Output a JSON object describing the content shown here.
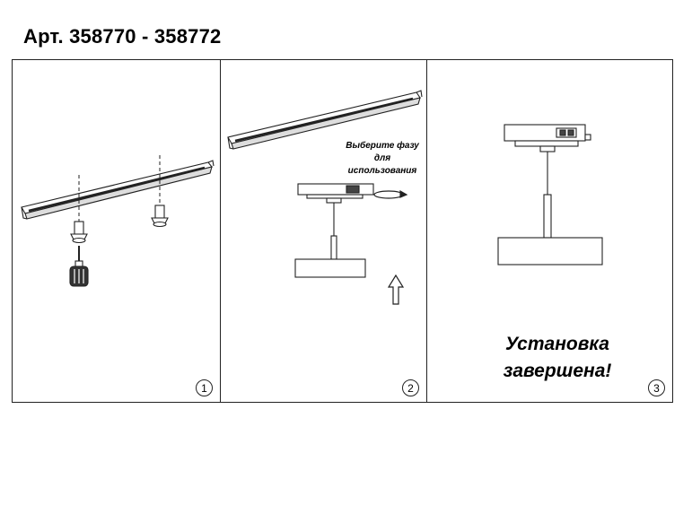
{
  "header": {
    "title": "Арт. 358770 - 358772"
  },
  "steps": [
    {
      "number": "1"
    },
    {
      "number": "2",
      "note": "Выберите фазу для использования"
    },
    {
      "number": "3",
      "caption": "Установка завершена!"
    }
  ],
  "colors": {
    "line": "#222222",
    "accent": "#000000",
    "fill": "#ffffff"
  },
  "icons": [
    "track-rail-icon",
    "screw-anchor-icon",
    "screwdriver-icon",
    "adapter-icon",
    "rotate-arrow-icon",
    "up-arrow-icon",
    "pendant-lamp-icon"
  ]
}
